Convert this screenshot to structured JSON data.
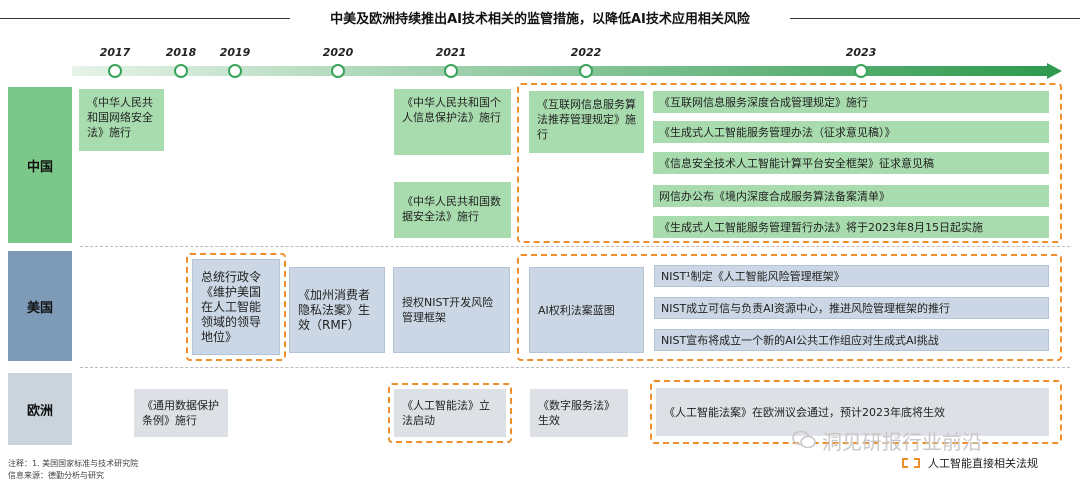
{
  "title": "中美及欧洲持续推出AI技术相关的监管措施，以降低AI技术应用相关风险",
  "years": [
    "2017",
    "2018",
    "2019",
    "2020",
    "2021",
    "2022",
    "2023"
  ],
  "countries": {
    "china": "中国",
    "usa": "美国",
    "eu": "欧洲"
  },
  "china": {
    "card_2017": "《中华人民共和国网络安全法》施行",
    "card_2021_a": "《中华人民共和国个人信息保护法》施行",
    "card_2021_b": "《中华人民共和国数据安全法》施行",
    "card_2022": "《互联网信息服务算法推荐管理规定》施行",
    "rows_2023": [
      "《互联网信息服务深度合成管理规定》施行",
      "《生成式人工智能服务管理办法（征求意见稿）》",
      "《信息安全技术人工智能计算平台安全框架》征求意见稿",
      "网信办公布《境内深度合成服务算法备案清单》",
      "《生成式人工智能服务管理暂行办法》将于2023年8月15日起实施"
    ]
  },
  "usa": {
    "card_2019": "总统行政令《维护美国在人工智能领域的领导地位》",
    "card_2020": "《加州消费者隐私法案》生效（RMF）",
    "card_2021": "授权NIST开发风险管理框架",
    "card_2022": "AI权利法案蓝图",
    "rows_2023": [
      "NIST¹制定《人工智能风险管理框架》",
      "NIST成立可信与负责AI资源中心，推进风险管理框架的推行",
      "NIST宣布将成立一个新的AI公共工作组应对生成式AI挑战"
    ]
  },
  "eu": {
    "card_2018": "《通用数据保护条例》施行",
    "card_2021": "《人工智能法》立法启动",
    "card_2022": "《数字服务法》生效",
    "card_2023": "《人工智能法案》在欧洲议会通过，预计2023年底将生效"
  },
  "watermark": "洞见研报行业前沿",
  "legend": "人工智能直接相关法规",
  "footnote": "注释：1. 美国国家标准与技术研究院",
  "source": "信息来源：德勤分析与研究",
  "colors": {
    "timeline": "#3aa35a",
    "dashed": "#ef8e2b",
    "china": "#7cc78a",
    "usa": "#7d9bb7",
    "eu": "#c9d4dc"
  }
}
